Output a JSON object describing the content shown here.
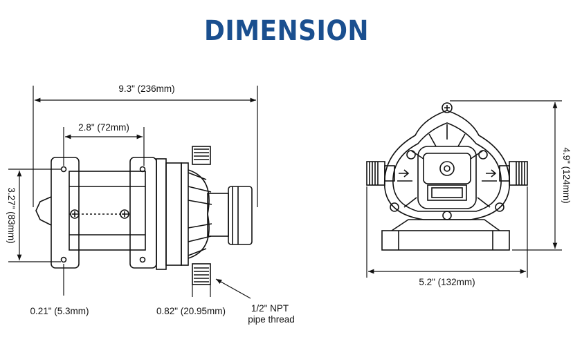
{
  "title": "DIMENSION",
  "title_color": "#1a4f8f",
  "line_color": "#111111",
  "side_view": {
    "overall_length": "9.3\" (236mm)",
    "mount_spacing": "2.8\" (72mm)",
    "height": "3.27\" (83mm)",
    "hole_diameter": "0.21\" (5.3mm)",
    "port_size": "0.82\" (20.95mm)",
    "thread_line1": "1/2\" NPT",
    "thread_line2": "pipe thread"
  },
  "front_view": {
    "height": "4.9\" (124mm)",
    "width": "5.2\" (132mm)"
  }
}
